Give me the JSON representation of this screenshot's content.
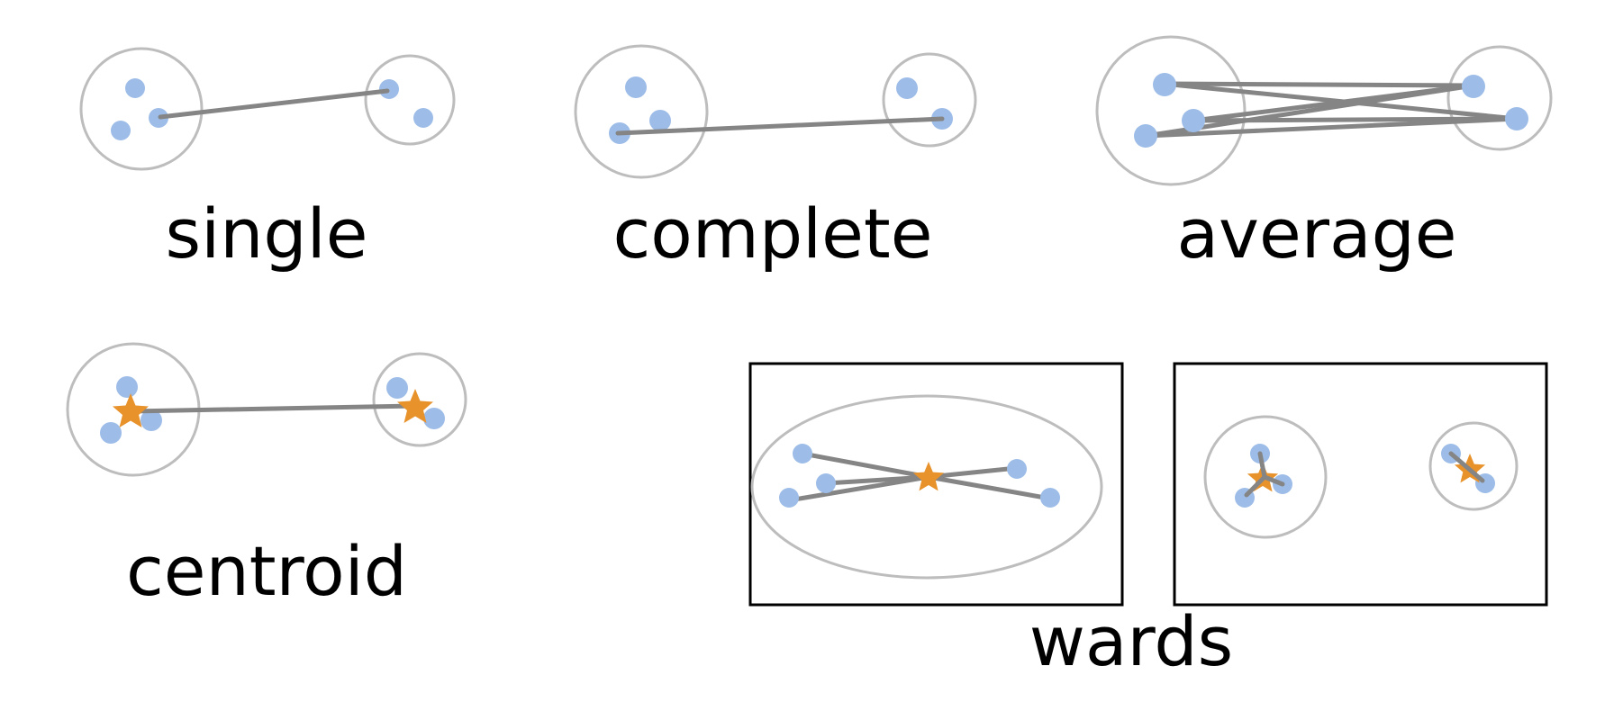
{
  "colors": {
    "background": "#ffffff",
    "cluster_outline": "#bdbdbd",
    "point_fill": "#9dbde8",
    "link_line": "#858585",
    "centroid_star": "#e8922b",
    "frame_border": "#000000",
    "text": "#000000"
  },
  "icons": {
    "point": "point-marker-icon",
    "centroid": "star-icon"
  },
  "labels": {
    "single": "single",
    "complete": "complete",
    "average": "average",
    "centroid": "centroid",
    "wards": "wards"
  }
}
